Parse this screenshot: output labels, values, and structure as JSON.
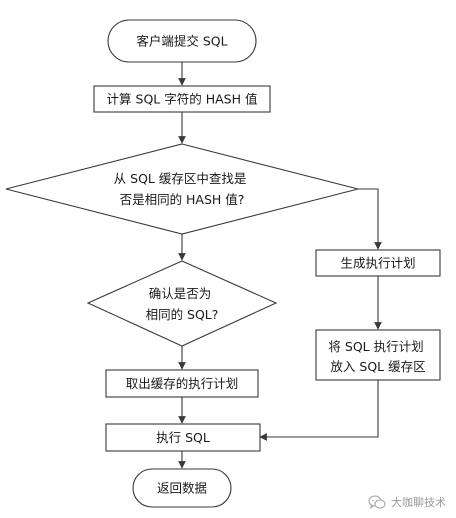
{
  "diagram": {
    "nodes": [
      {
        "id": "start",
        "lines": [
          "客户端提交 SQL"
        ]
      },
      {
        "id": "compute-hash",
        "lines": [
          "计算 SQL 字符的 HASH 值"
        ]
      },
      {
        "id": "decision-hash",
        "lines": [
          "从 SQL 缓存区中查找是",
          "否是相同的 HASH 值?"
        ]
      },
      {
        "id": "decision-sql",
        "lines": [
          "确认是否为",
          "相同的 SQL?"
        ]
      },
      {
        "id": "fetch-cached-plan",
        "lines": [
          "取出缓存的执行计划"
        ]
      },
      {
        "id": "execute",
        "lines": [
          "执行 SQL"
        ]
      },
      {
        "id": "end",
        "lines": [
          "返回数据"
        ]
      },
      {
        "id": "generate-plan",
        "lines": [
          "生成执行计划"
        ]
      },
      {
        "id": "store-plan",
        "lines": [
          "将 SQL 执行计划",
          "放入 SQL 缓存区"
        ]
      }
    ],
    "edges": [
      {
        "from": "start",
        "to": "compute-hash"
      },
      {
        "from": "compute-hash",
        "to": "decision-hash"
      },
      {
        "from": "decision-hash",
        "to": "decision-sql"
      },
      {
        "from": "decision-hash",
        "to": "generate-plan"
      },
      {
        "from": "decision-sql",
        "to": "fetch-cached-plan"
      },
      {
        "from": "fetch-cached-plan",
        "to": "execute"
      },
      {
        "from": "execute",
        "to": "end"
      },
      {
        "from": "generate-plan",
        "to": "store-plan"
      },
      {
        "from": "store-plan",
        "to": "execute"
      }
    ]
  },
  "watermark": {
    "text": "大咖聊技术",
    "icon": "wechat-bubble-icon"
  }
}
